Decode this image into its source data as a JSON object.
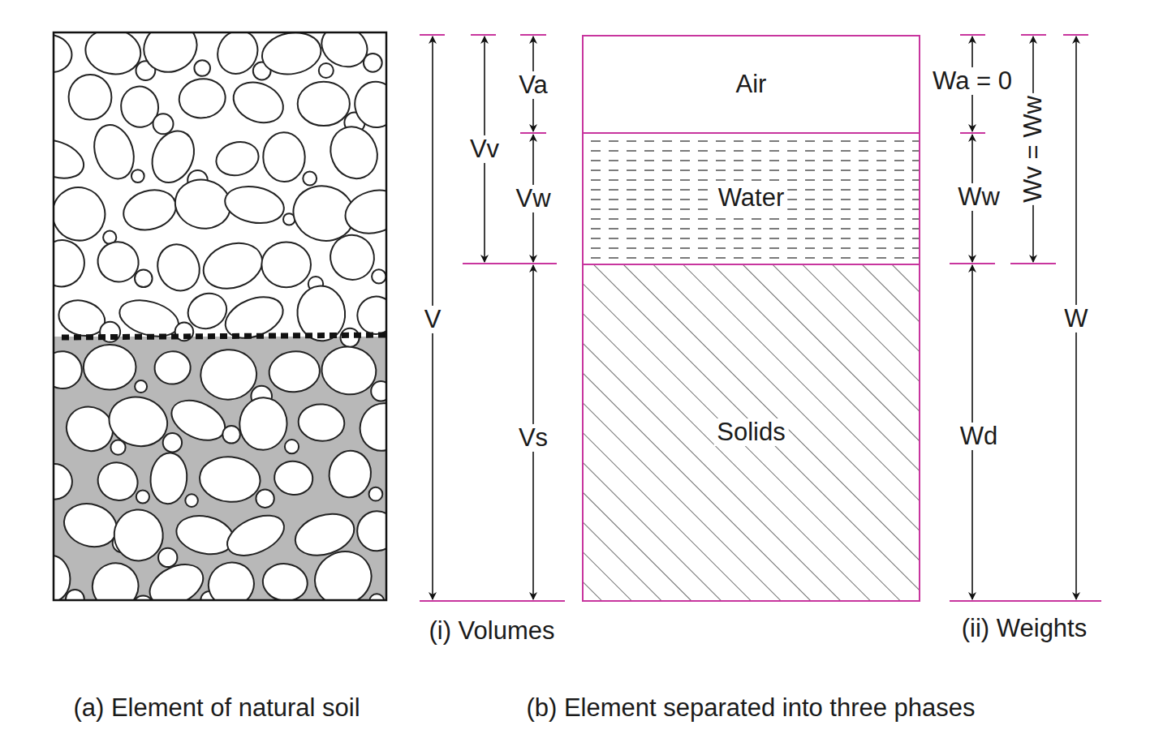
{
  "diagram": {
    "nodes": [
      {
        "text": [
          "Air"
        ]
      },
      {
        "text": [
          "Water"
        ]
      },
      {
        "text": [
          "Solids"
        ]
      }
    ],
    "labels": [
      "Va",
      "Vv",
      "Vw",
      "V",
      "Vs",
      "Wa = 0",
      "Ww",
      "Wv = Ww",
      "W",
      "Wd",
      "(i) Volumes",
      "(ii) Weights",
      "(a) Element of natural soil",
      "(b) Element separated into three phases"
    ]
  }
}
